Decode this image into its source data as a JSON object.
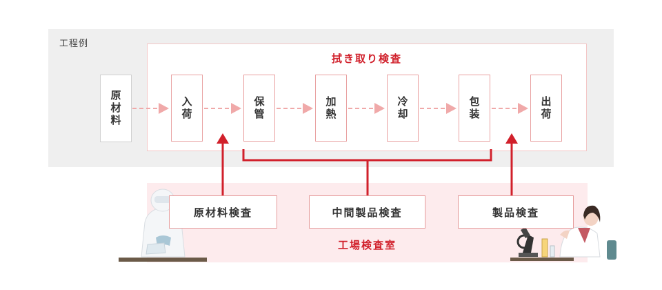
{
  "process_example_label": "工程例",
  "wipe_test_title": "拭き取り検査",
  "steps": [
    {
      "label": "原材料"
    },
    {
      "label": "入荷"
    },
    {
      "label": "保管"
    },
    {
      "label": "加熱"
    },
    {
      "label": "冷却"
    },
    {
      "label": "包装"
    },
    {
      "label": "出荷"
    }
  ],
  "inspections": [
    {
      "label": "原材料検査"
    },
    {
      "label": "中間製品検査"
    },
    {
      "label": "製品検査"
    }
  ],
  "lab_title": "工場検査室",
  "colors": {
    "accent_red": "#d1202b",
    "dashed_arrow": "#f0a9a9",
    "box_border": "#e9a0a0",
    "process_bg": "#efefef",
    "lab_bg": "#fdebed"
  },
  "illustrations": {
    "left": "lab-technician-in-protective-suit",
    "right": "researcher-with-microscope"
  }
}
